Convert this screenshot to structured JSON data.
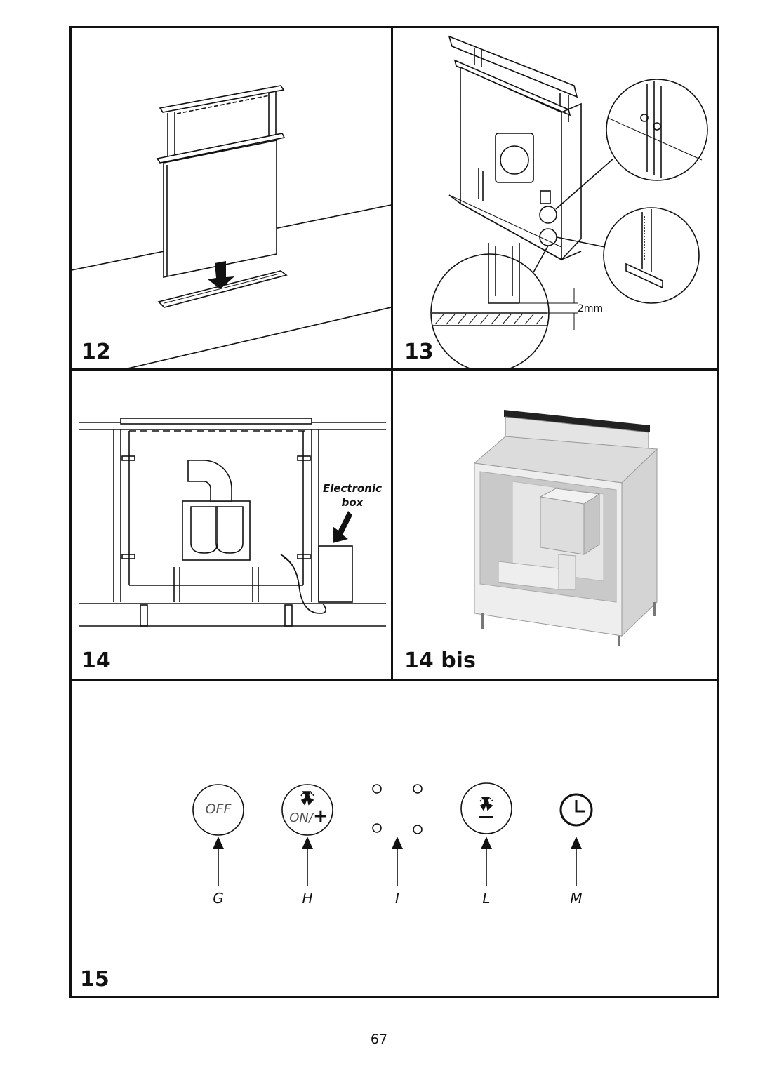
{
  "figures": {
    "fig12": {
      "number": "12"
    },
    "fig13": {
      "number": "13",
      "dimension": "2mm"
    },
    "fig14": {
      "number": "14",
      "callout_line1": "Electronic",
      "callout_line2": "box"
    },
    "fig14bis": {
      "number": "14 bis"
    },
    "fig15": {
      "number": "15",
      "buttons": {
        "off_label": "OFF",
        "on_label": "ON/",
        "plus": "+",
        "minus": "−"
      },
      "tags": [
        "G",
        "H",
        "I",
        "L",
        "M"
      ]
    }
  },
  "page_number": "67",
  "icons": [
    "off-button-icon",
    "fan-on-plus-button-icon",
    "speed-indicator-leds-icon",
    "fan-minus-button-icon",
    "timer-clock-icon"
  ]
}
